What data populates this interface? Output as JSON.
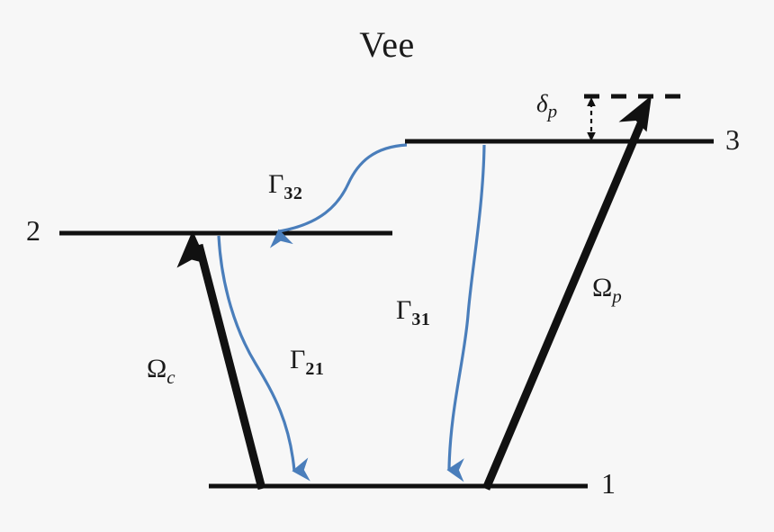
{
  "figure": {
    "title": "Vee",
    "type": "atomic-energy-level-diagram",
    "background_color": "#f7f7f7",
    "line_color": "#111111",
    "decay_color": "#4a7ebb"
  },
  "states": [
    {
      "id": "1",
      "label": "1",
      "role": "ground-state"
    },
    {
      "id": "2",
      "label": "2",
      "role": "excited-state-left"
    },
    {
      "id": "3",
      "label": "3",
      "role": "excited-state-right"
    }
  ],
  "couplings": [
    {
      "name": "omega-c",
      "symbol": "Ω",
      "subscript": "c",
      "label": "Ωc",
      "description": "coupling-field-rabi-frequency",
      "from_state": "1",
      "to_state": "2"
    },
    {
      "name": "omega-p",
      "symbol": "Ω",
      "subscript": "p",
      "label": "Ωp",
      "description": "probe-field-rabi-frequency",
      "from_state": "1",
      "to_state": "3"
    }
  ],
  "detuning": {
    "name": "delta-p",
    "symbol": "δ",
    "subscript": "p",
    "label": "δp",
    "description": "probe-detuning",
    "relative_to_state": "3"
  },
  "decays": [
    {
      "name": "gamma-32",
      "symbol": "Γ",
      "subscript": "32",
      "label": "Γ32",
      "from_state": "3",
      "to_state": "2"
    },
    {
      "name": "gamma-31",
      "symbol": "Γ",
      "subscript": "31",
      "label": "Γ31",
      "from_state": "3",
      "to_state": "1"
    },
    {
      "name": "gamma-21",
      "symbol": "Γ",
      "subscript": "21",
      "label": "Γ21",
      "from_state": "2",
      "to_state": "1"
    }
  ]
}
